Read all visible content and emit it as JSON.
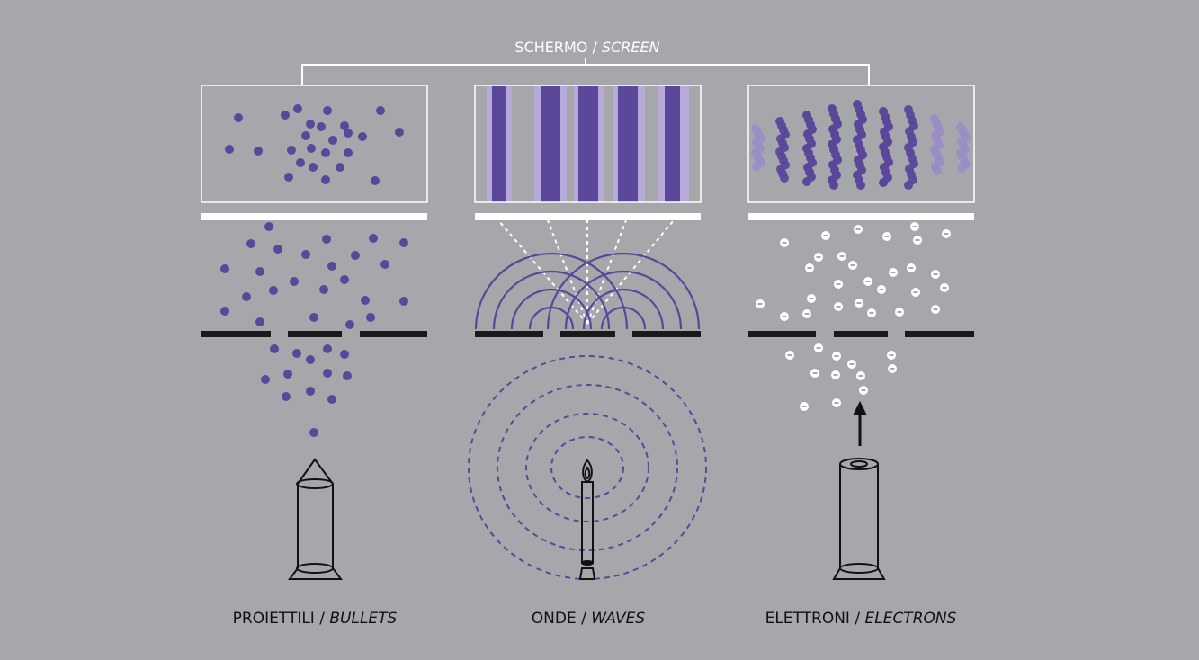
{
  "screen_label": {
    "it": "SCHERMO",
    "sep": " / ",
    "en": "SCREEN"
  },
  "panels": [
    {
      "id": "bullets",
      "it": "PROIETTILI",
      "en": "BULLETS"
    },
    {
      "id": "waves",
      "it": "ONDE",
      "en": "WAVES"
    },
    {
      "id": "electrons",
      "it": "ELETTRONI",
      "en": "ELECTRONS"
    }
  ],
  "separator": " / ",
  "colors": {
    "background": "#a6a7ab",
    "purple": "#5a479a",
    "light_purple": "#9a8cc8",
    "white": "#ffffff",
    "black": "#1a1a1a"
  },
  "icons": {
    "bullet_source": "bullet-gun-icon",
    "wave_source": "candle-icon",
    "electron_source": "electron-gun-icon",
    "electron_symbol": "minus-sign"
  }
}
